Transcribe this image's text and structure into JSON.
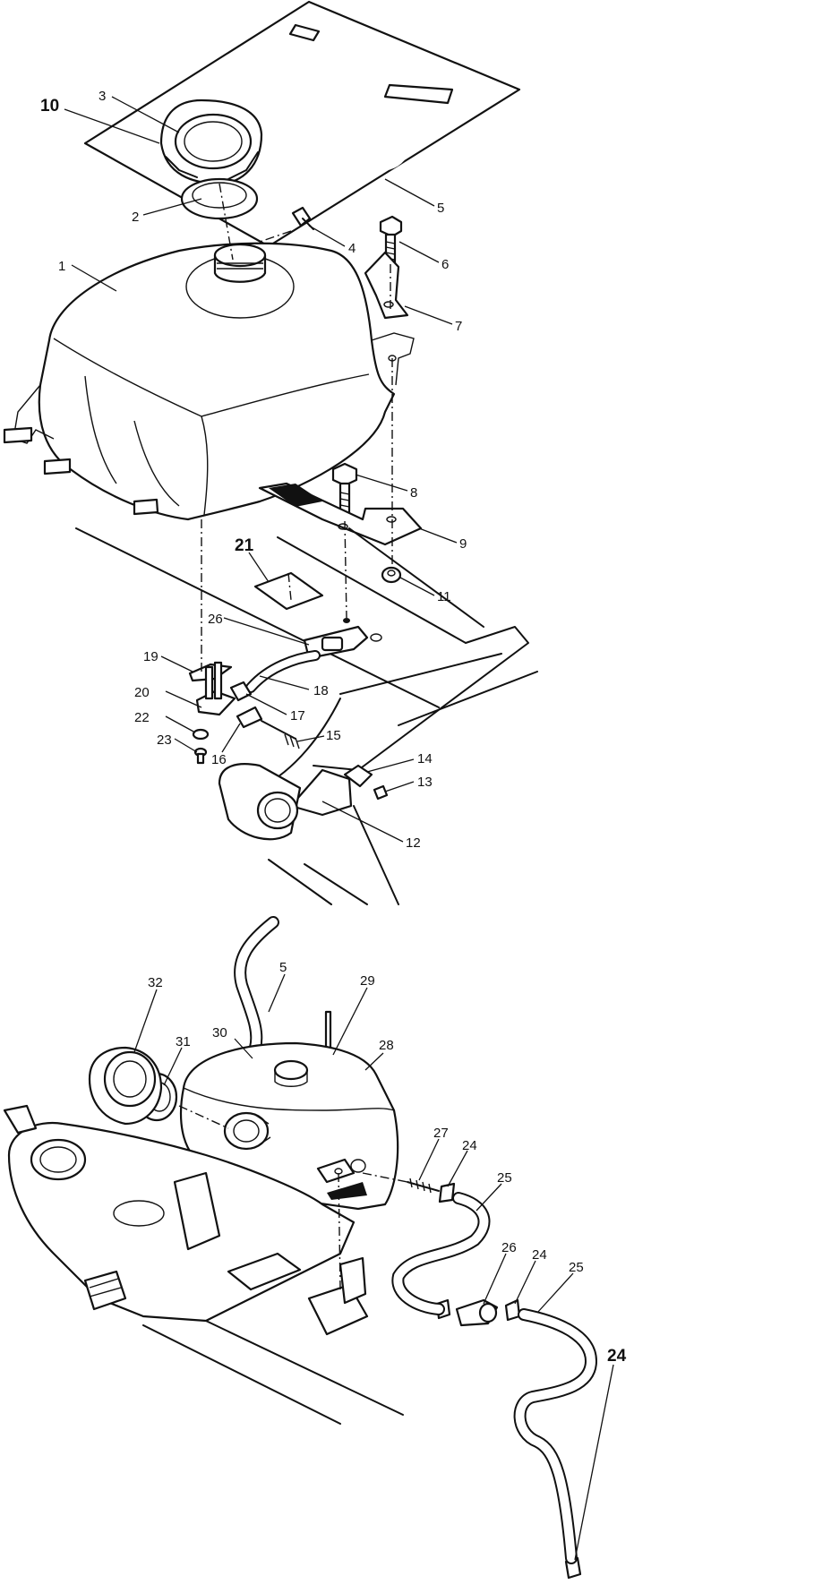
{
  "callouts": {
    "c1": "1",
    "c2": "2",
    "c3": "3",
    "c4": "4",
    "c5": "5",
    "c6": "6",
    "c7": "7",
    "c8": "8",
    "c9": "9",
    "c10": "10",
    "c11": "11",
    "c12": "12",
    "c13": "13",
    "c14": "14",
    "c15": "15",
    "c16": "16",
    "c17": "17",
    "c18": "18",
    "c19": "19",
    "c20": "20",
    "c21": "21",
    "c22": "22",
    "c23": "23",
    "c26a": "26",
    "c5b": "5",
    "c29": "29",
    "c32": "32",
    "c30": "30",
    "c31": "31",
    "c28": "28",
    "c27": "27",
    "c24a": "24",
    "c25a": "25",
    "c26b": "26",
    "c24b": "24",
    "c25b": "25",
    "c24c": "24"
  }
}
